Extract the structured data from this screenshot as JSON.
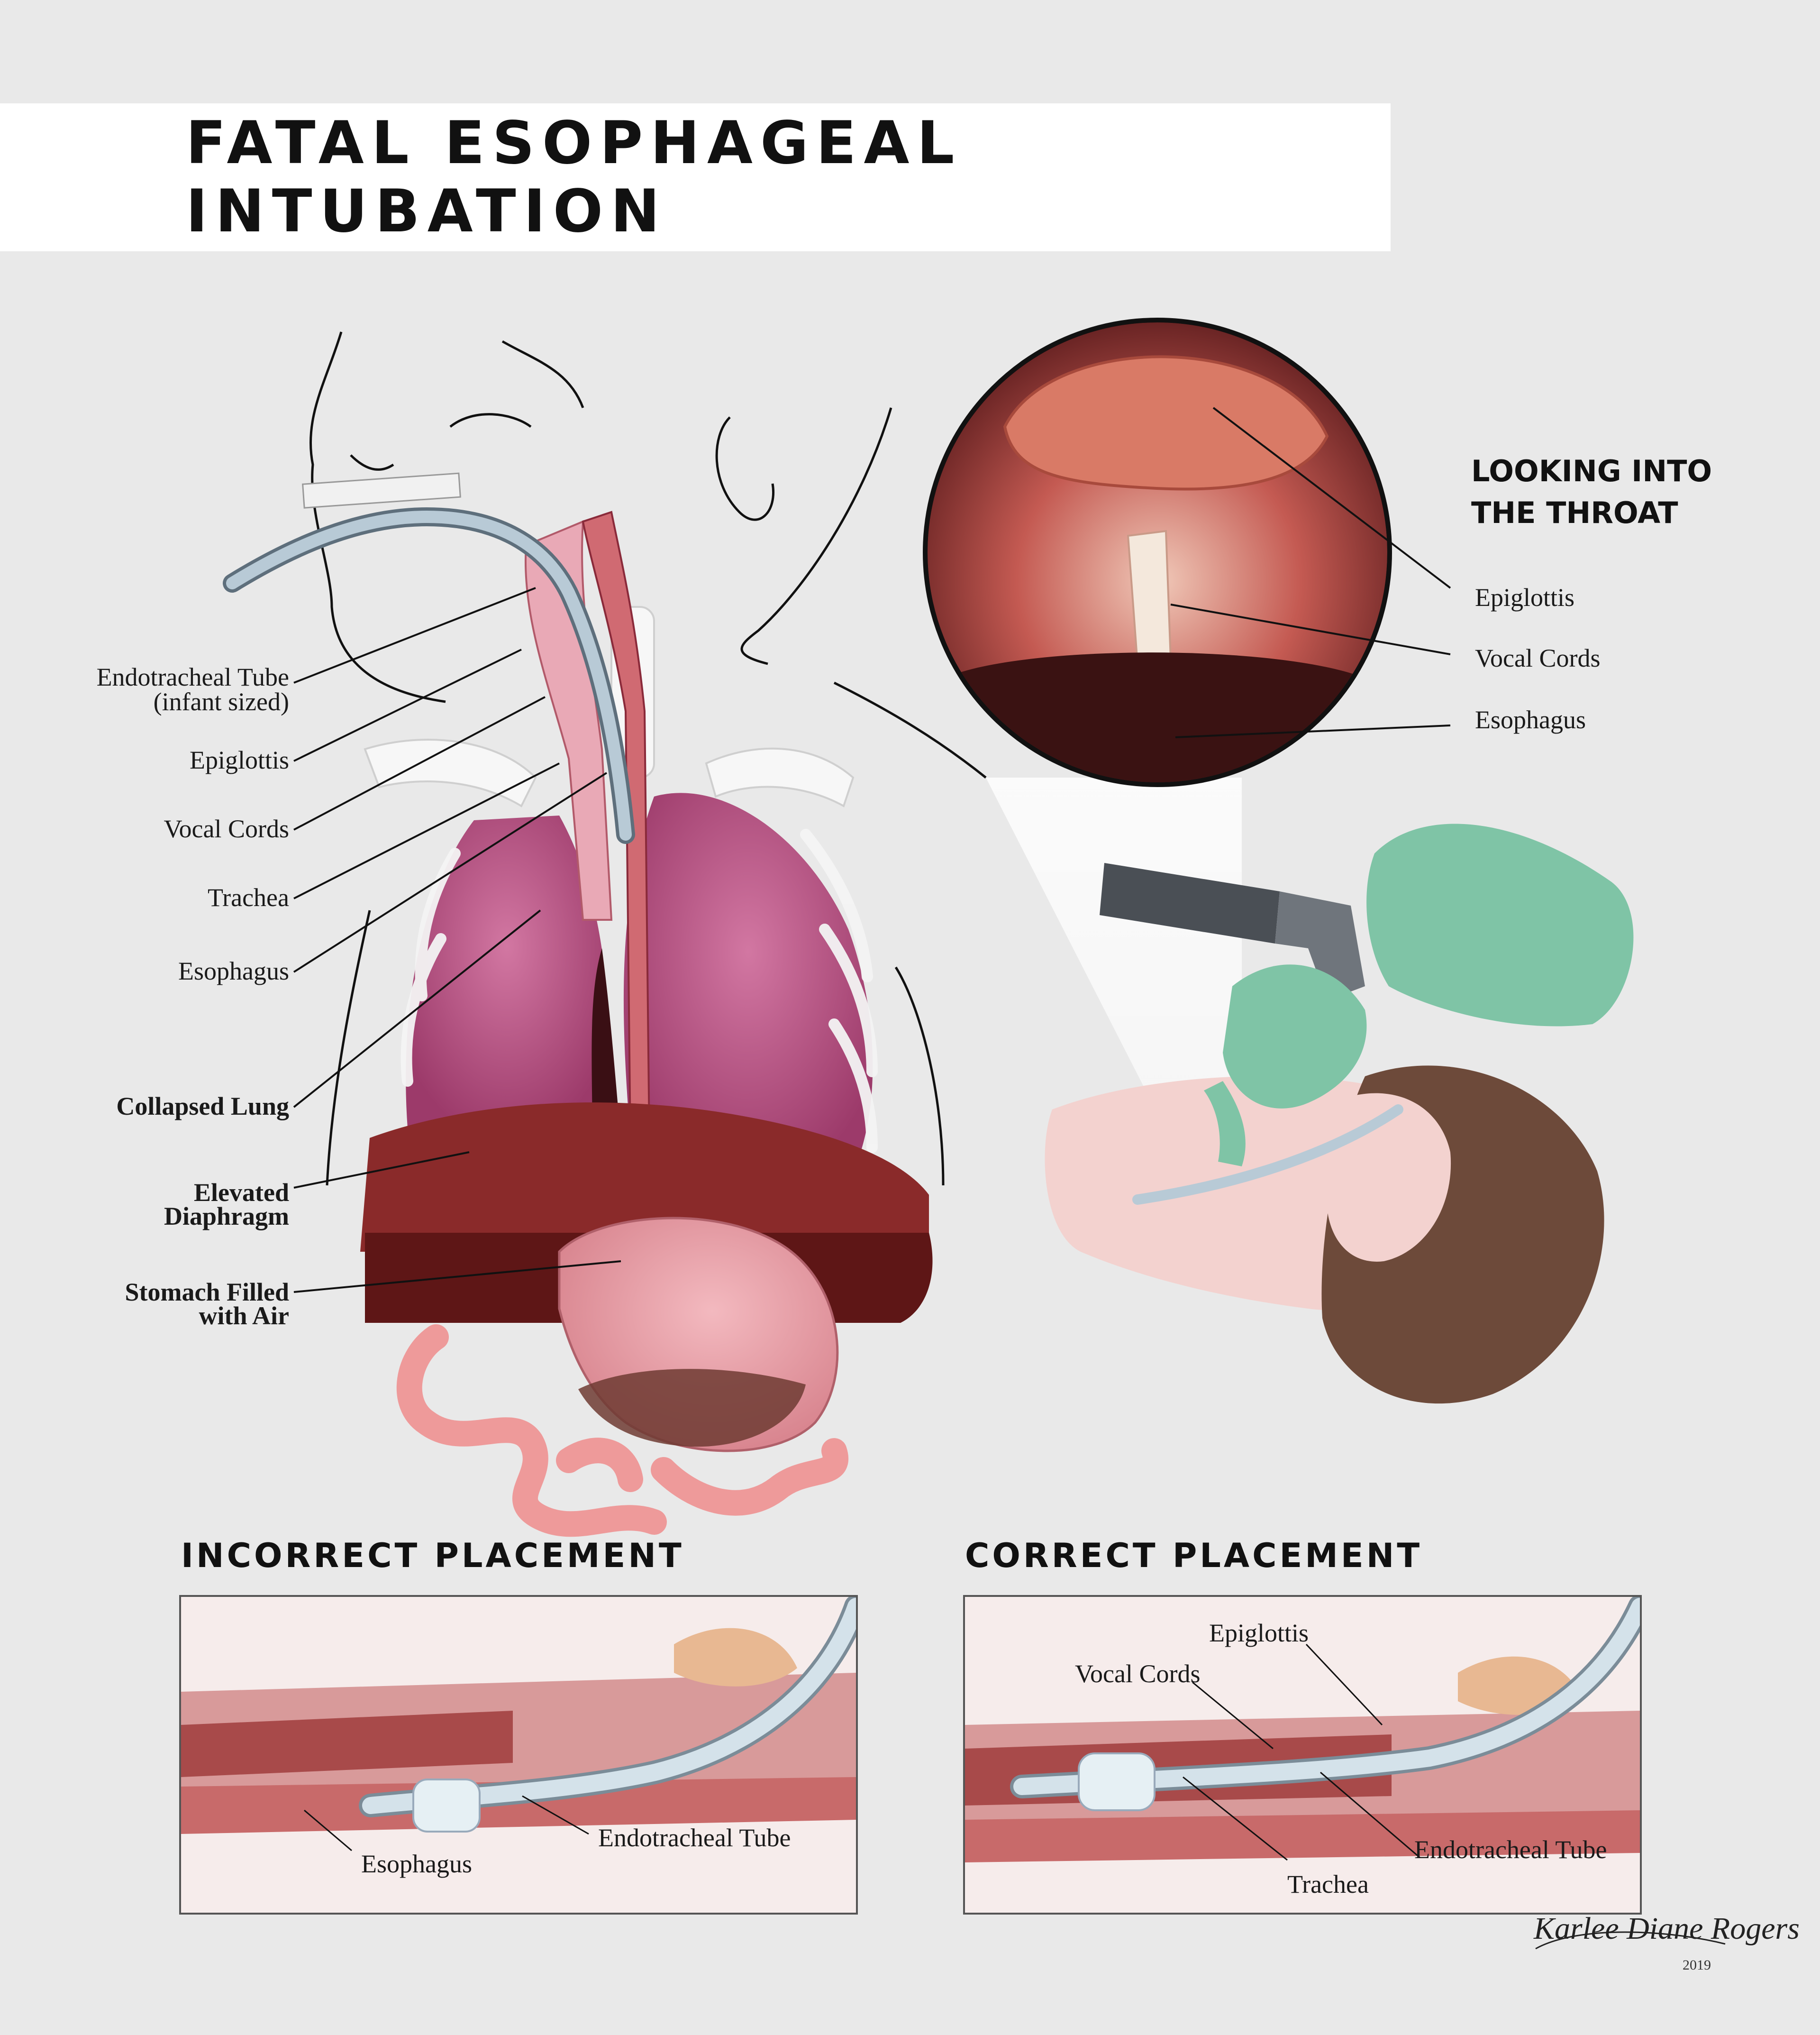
{
  "title": "FATAL ESOPHAGEAL INTUBATION",
  "throat": {
    "heading_line1": "LOOKING INTO",
    "heading_line2": "THE THROAT",
    "labels": [
      "Epiglottis",
      "Vocal Cords",
      "Esophagus"
    ]
  },
  "left_labels": {
    "tube_line1": "Endotracheal Tube",
    "tube_line2": "(infant sized)",
    "epiglottis": "Epiglottis",
    "vocal_cords": "Vocal Cords",
    "trachea": "Trachea",
    "esophagus": "Esophagus",
    "collapsed_lung": "Collapsed Lung",
    "diaphragm_line1": "Elevated",
    "diaphragm_line2": "Diaphragm",
    "stomach_line1": "Stomach Filled",
    "stomach_line2": "with Air"
  },
  "incorrect": {
    "heading": "INCORRECT PLACEMENT",
    "esophagus": "Esophagus",
    "tube": "Endotracheal Tube"
  },
  "correct": {
    "heading": "CORRECT PLACEMENT",
    "epiglottis": "Epiglottis",
    "vocal_cords": "Vocal Cords",
    "tube": "Endotracheal Tube",
    "trachea": "Trachea"
  },
  "signature": {
    "name": "Karlee Diane Rogers",
    "year": "2019"
  },
  "colors": {
    "background": "#e9e9e9",
    "lung": "#b04a7a",
    "diaphragm": "#8a2a2a",
    "stomach": "#e8a0a8",
    "intestine": "#ee9a9a",
    "tube": "#b8cad6",
    "glove": "#7fc4a6",
    "skin": "#f3d2cf"
  }
}
